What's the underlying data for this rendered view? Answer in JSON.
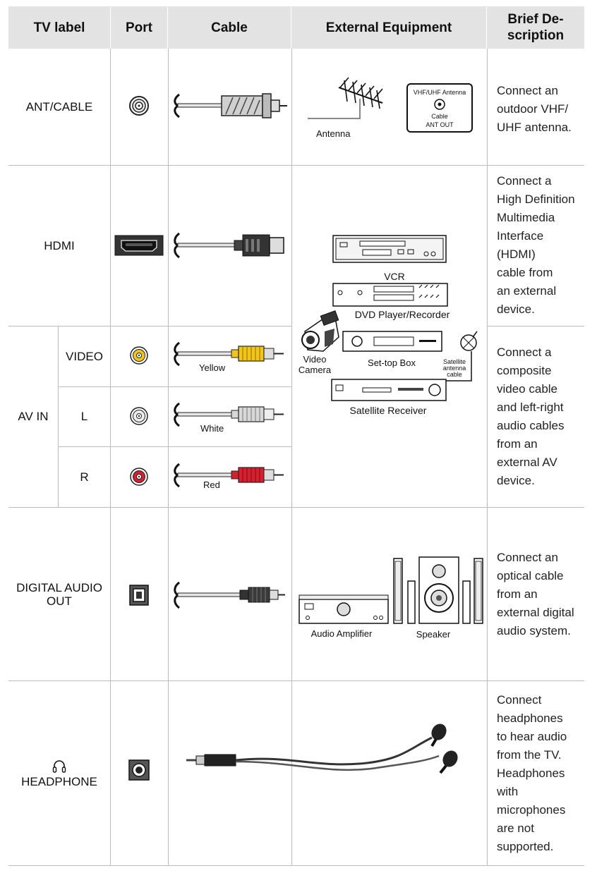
{
  "headers": {
    "tv_label": "TV label",
    "port": "Port",
    "cable": "Cable",
    "external_equipment": "External Equipment",
    "brief_description": "Brief De-\nscription"
  },
  "rows": {
    "ant": {
      "label": "ANT/CABLE",
      "equipment_labels": {
        "antenna": "Antenna",
        "wallplate_line1": "VHF/UHF Antenna",
        "wallplate_line2": "Cable",
        "wallplate_line3": "ANT OUT"
      },
      "description": [
        "Connect an",
        "outdoor VHF/",
        "UHF antenna."
      ]
    },
    "hdmi": {
      "label": "HDMI",
      "description": [
        "Connect a",
        "High Definition",
        "Multimedia",
        "Interface",
        "(HDMI)",
        "cable from",
        "an external",
        "device."
      ]
    },
    "av": {
      "label": "AV IN",
      "sub_video": "VIDEO",
      "sub_l": "L",
      "sub_r": "R",
      "cable_yellow": "Yellow",
      "cable_white": "White",
      "cable_red": "Red",
      "description": [
        "Connect a",
        "composite",
        "video cable",
        "and left-right",
        "audio cables",
        "from an",
        "external AV",
        "device."
      ]
    },
    "av_equipment_labels": {
      "vcr": "VCR",
      "dvd": "DVD Player/Recorder",
      "camera_line1": "Video",
      "camera_line2": "Camera",
      "settop": "Set-top Box",
      "sat_line1": "Satellite",
      "sat_line2": "antenna",
      "sat_line3": "cable",
      "receiver": "Satellite Receiver"
    },
    "digital": {
      "label_line1": "DIGITAL AUDIO",
      "label_line2": "OUT",
      "equipment_labels": {
        "amplifier": "Audio Amplifier",
        "speaker": "Speaker"
      },
      "description": [
        "Connect an",
        "optical cable",
        "from an",
        "external digital",
        "audio system."
      ]
    },
    "headphone": {
      "label": "HEADPHONE",
      "description": [
        "Connect",
        "headphones",
        "to hear audio",
        "from the TV.",
        "Headphones",
        "with",
        "microphones",
        "are not",
        "supported."
      ]
    }
  },
  "colors": {
    "header_bg": "#e3e3e3",
    "grid": "#bcbcbc",
    "yellow": "#f2c51a",
    "red": "#d6202e",
    "white_plug": "#d8d8d8"
  }
}
